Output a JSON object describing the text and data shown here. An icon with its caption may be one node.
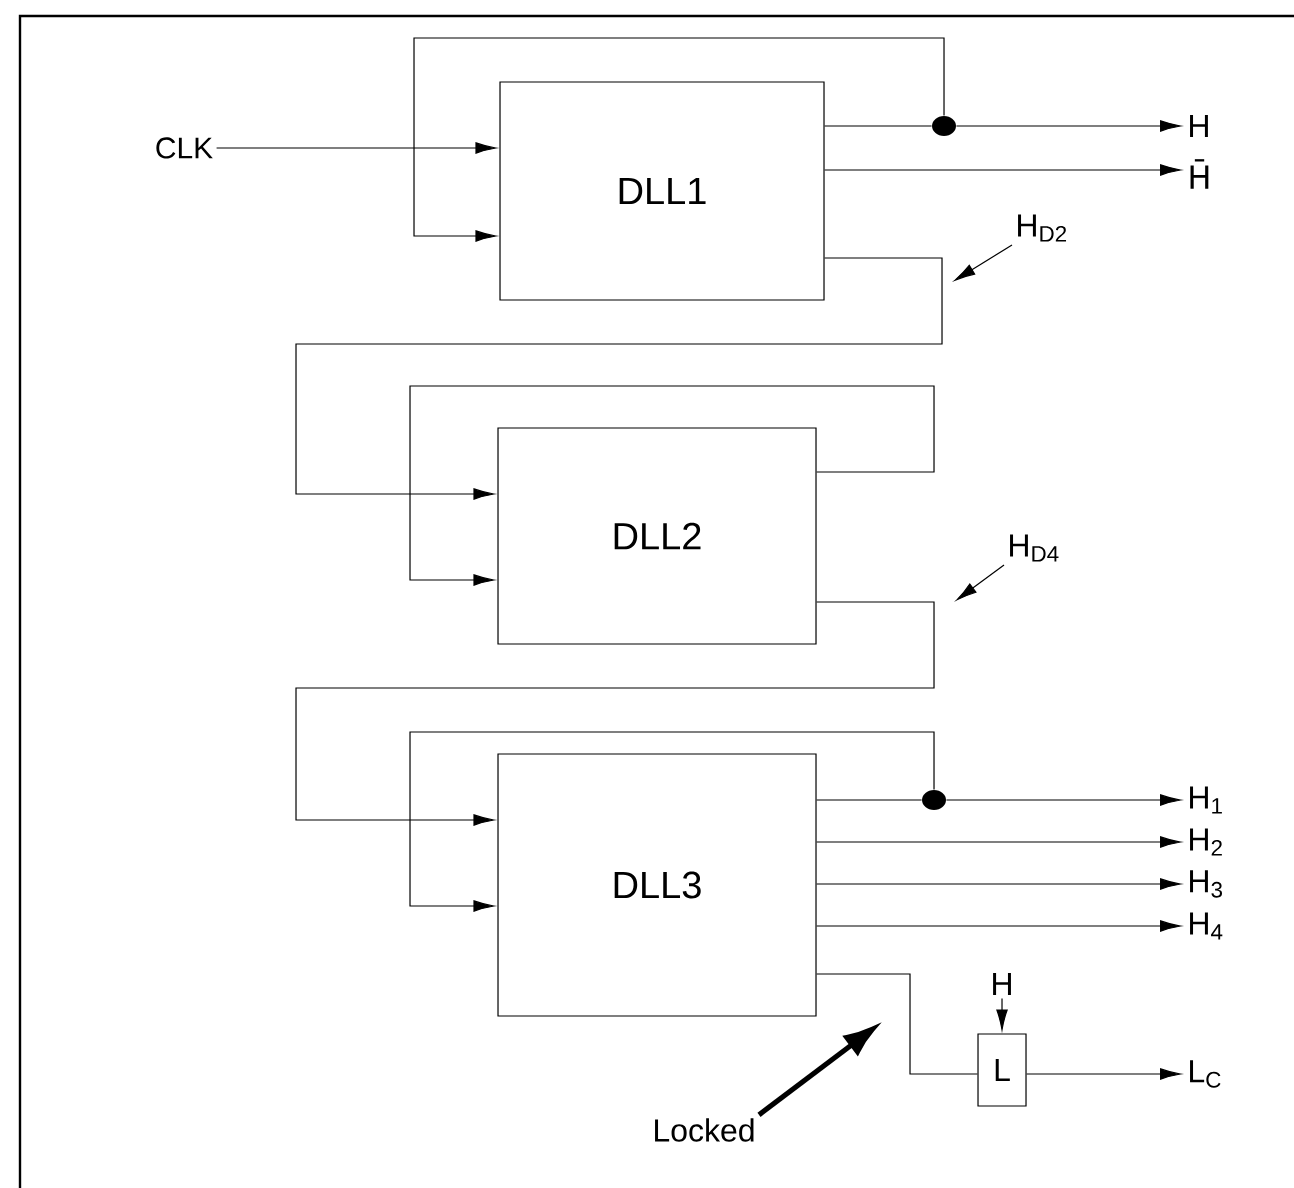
{
  "diagram": {
    "nodes": [
      {
        "text": [
          "CLK"
        ]
      },
      {
        "text": [
          "DLL1"
        ]
      },
      {
        "text": [
          "H"
        ]
      },
      {
        "text": [
          "H̄"
        ]
      },
      {
        "text": [
          "H$_{D2}$"
        ]
      },
      {
        "text": [
          "DLL2"
        ]
      },
      {
        "text": [
          "H$_{D4}$"
        ]
      },
      {
        "text": [
          "DLL3"
        ]
      },
      {
        "text": [
          "H$_{1}$"
        ]
      },
      {
        "text": [
          "H$_{2}$"
        ]
      },
      {
        "text": [
          "H$_{3}$"
        ]
      },
      {
        "text": [
          "H$_{4}$"
        ]
      },
      {
        "text": [
          "H"
        ]
      },
      {
        "text": [
          "L"
        ]
      },
      {
        "text": [
          "L$_{C}$"
        ]
      },
      {
        "text": [
          "Locked"
        ]
      },
      {
        "text": [],
        "shape": "circle"
      },
      {
        "text": [],
        "shape": "circle"
      }
    ],
    "edges": [
      {
        "from": 0,
        "to": 1,
        "arrow": "to"
      },
      {
        "from": 1,
        "to": 16,
        "arrow": "none"
      },
      {
        "from": 16,
        "to": 2,
        "arrow": "to"
      },
      {
        "from": 16,
        "to": 1,
        "arrow": "to"
      },
      {
        "from": 1,
        "to": 3,
        "arrow": "to"
      },
      {
        "from": 1,
        "to": 5,
        "arrow": "to"
      },
      {
        "from": 4,
        "to": null,
        "arrow": "to"
      },
      {
        "from": 5,
        "to": 5,
        "arrow": "to"
      },
      {
        "from": 5,
        "to": 7,
        "arrow": "to"
      },
      {
        "from": 6,
        "to": null,
        "arrow": "to"
      },
      {
        "from": 7,
        "to": 17,
        "arrow": "none"
      },
      {
        "from": 17,
        "to": 8,
        "arrow": "to"
      },
      {
        "from": 17,
        "to": 7,
        "arrow": "to"
      },
      {
        "from": 7,
        "to": 9,
        "arrow": "to"
      },
      {
        "from": 7,
        "to": 10,
        "arrow": "to"
      },
      {
        "from": 7,
        "to": 11,
        "arrow": "to"
      },
      {
        "from": 7,
        "to": 13,
        "arrow": "none"
      },
      {
        "from": 12,
        "to": 13,
        "arrow": "to"
      },
      {
        "from": 13,
        "to": 14,
        "arrow": "to"
      },
      {
        "from": 15,
        "to": null,
        "arrow": "to",
        "style": "thick"
      }
    ]
  }
}
